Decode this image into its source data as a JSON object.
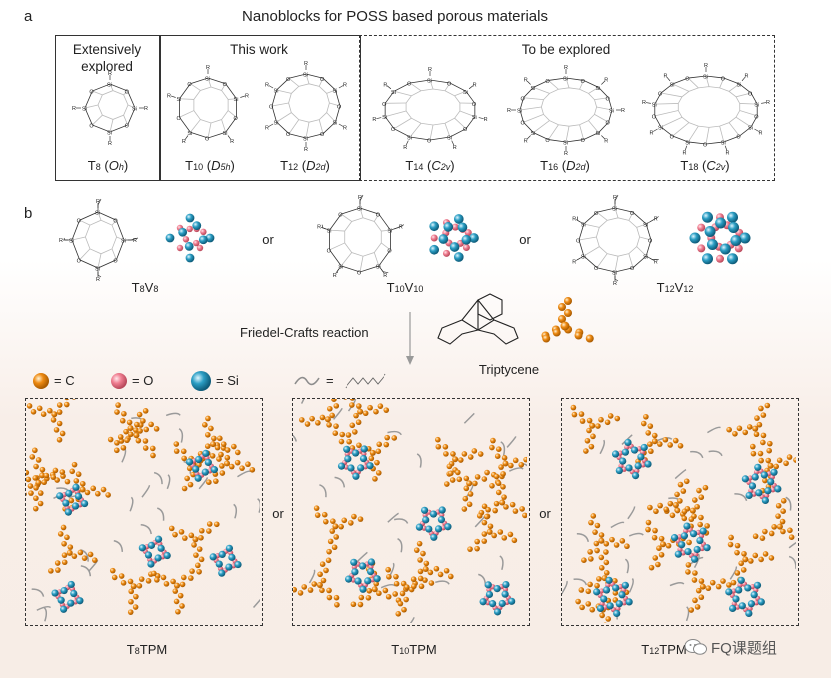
{
  "panel_a": {
    "letter": "a",
    "title": "Nanoblocks for POSS based porous materials",
    "headers": {
      "explored": "Extensively explored",
      "this_work": "This work",
      "to_explore": "To be explored"
    },
    "cages": [
      {
        "base": "T",
        "num": "8",
        "sym": "O",
        "sym_sub": "h"
      },
      {
        "base": "T",
        "num": "10",
        "sym": "D",
        "sym_sub": "5h"
      },
      {
        "base": "T",
        "num": "12",
        "sym": "D",
        "sym_sub": "2d"
      },
      {
        "base": "T",
        "num": "14",
        "sym": "C",
        "sym_sub": "2v"
      },
      {
        "base": "T",
        "num": "16",
        "sym": "D",
        "sym_sub": "2d"
      },
      {
        "base": "T",
        "num": "18",
        "sym": "C",
        "sym_sub": "2v"
      }
    ],
    "atom_labels": {
      "silicon": "Si",
      "oxygen": "O",
      "substituent": "R"
    }
  },
  "panel_b": {
    "letter": "b",
    "monomers": [
      {
        "base": "T",
        "num": "8",
        "v": "V",
        "vnum": "8"
      },
      {
        "base": "T",
        "num": "10",
        "v": "V",
        "vnum": "10"
      },
      {
        "base": "T",
        "num": "12",
        "v": "V",
        "vnum": "12"
      }
    ],
    "or_word": "or",
    "reaction": "Friedel-Crafts reaction",
    "linker": "Triptycene",
    "legend": [
      {
        "symbol": "= C",
        "color": "#ee8a12"
      },
      {
        "symbol": "= O",
        "color": "#f07f92"
      },
      {
        "symbol": "= Si",
        "color": "#2b9ec4"
      },
      {
        "symbol": "=",
        "color": "#9a9a9a"
      }
    ],
    "products": [
      {
        "base": "T",
        "num": "8",
        "suffix": "TPM"
      },
      {
        "base": "T",
        "num": "10",
        "suffix": "TPM"
      },
      {
        "base": "T",
        "num": "12",
        "suffix": "TPM"
      }
    ],
    "watermark": "FQ课题组"
  }
}
